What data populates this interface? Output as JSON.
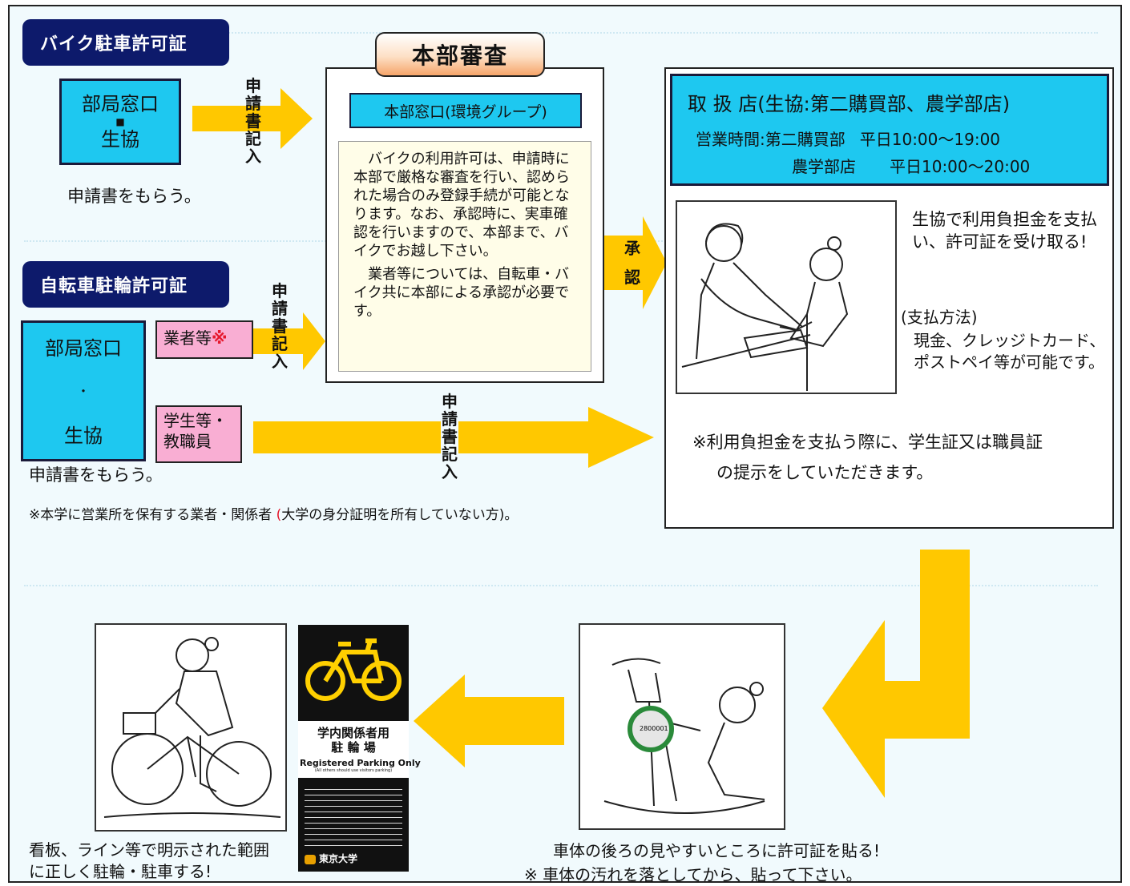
{
  "left": {
    "bike_title": "バイク駐車許可証",
    "bike_box_line1": "部局窓口",
    "bike_box_dot": "■",
    "bike_box_line2": "生協",
    "bike_caption": "申請書をもらう。",
    "bike_arrow_label": "申請書記入",
    "bicycle_title": "自転車駐輪許可証",
    "bicycle_box_line1": "部局窓口",
    "bicycle_box_dot": "・",
    "bicycle_box_line2": "生協",
    "bicycle_caption": "申請書をもらう。",
    "vendor_label": "業者等",
    "vendor_mark": "※",
    "vendor_arrow_label": "申請書記入",
    "student_label": "学生等・教職員",
    "student_arrow_label": "申請書記入",
    "footnote_prefix": "※本学に営業所を保有する業者・関係者 ",
    "footnote_paren": "(",
    "footnote_rest": "大学の身分証明を所有していない方)。"
  },
  "hq": {
    "title": "本部審査",
    "window": "本部窓口(環境グループ)",
    "para1": "バイクの利用許可は、申請時に本部で厳格な審査を行い、認められた場合のみ登録手続が可能となります。なお、承認時に、実車確認を行いますので、本部まで、バイクでお越し下さい。",
    "para2": "業者等については、自転車・バイク共に本部による承認が必要です。",
    "approve_label": "承認"
  },
  "shop": {
    "title": "取 扱 店(生協:第二購買部、農学部店)",
    "hours_label": "営業時間:",
    "store1": "第二購買部",
    "store1_hours": "平日10:00〜19:00",
    "store2": "農学部店",
    "store2_hours": "平日10:00〜20:00",
    "pay_text": "生協で利用負担金を支払い、許可証を受け取る!",
    "method_title": "(支払方法)",
    "method_text": "現金、クレッジトカード、ポストペイ等が可能です。",
    "note_line1": "※利用負担金を支払う際に、学生証又は職員証",
    "note_line2": "の提示をしていただきます。"
  },
  "bottom": {
    "sticker_caption": "車体の後ろの見やすいところに許可証を貼る!",
    "sticker_note": "※  車体の汚れを落としてから、貼って下さい。",
    "park_caption_line1": "看板、ライン等で明示された範囲",
    "park_caption_line2": "に正しく駐輪・駐車する!",
    "sign_title_line1": "学内関係者用",
    "sign_title_line2": "駐 輪 場",
    "sign_en": "Registered Parking Only",
    "sign_en_sub": "(All others should use visitors parking)",
    "sign_logo": "東京大学",
    "sticker_number": "2800001"
  },
  "colors": {
    "arrow": "#ffc800",
    "cyan": "#1ec8f0",
    "navy": "#0d1a6b",
    "pink": "#f9aed3",
    "note_bg": "#fffde8"
  }
}
